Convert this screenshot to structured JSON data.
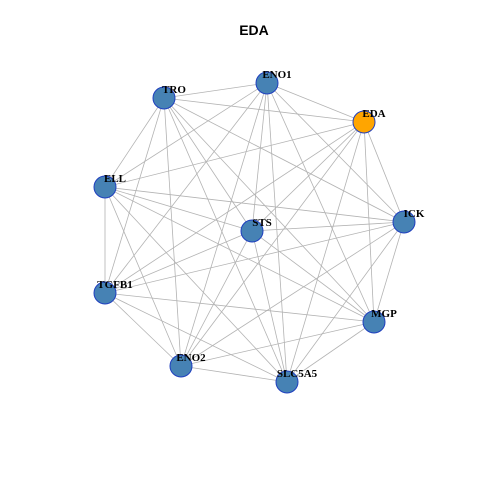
{
  "title": "EDA",
  "colors": {
    "node_default": "#4682b4",
    "node_highlight": "#ffa500",
    "node_border": "#1f3fbf",
    "edge": "#b3b3b3"
  },
  "nodes": [
    {
      "id": "ENO1",
      "label": "ENO1",
      "highlight": false
    },
    {
      "id": "EDA",
      "label": "EDA",
      "highlight": true
    },
    {
      "id": "ICK",
      "label": "ICK",
      "highlight": false
    },
    {
      "id": "MGP",
      "label": "MGP",
      "highlight": false
    },
    {
      "id": "SLC5A5",
      "label": "SLC5A5",
      "highlight": false
    },
    {
      "id": "ENO2",
      "label": "ENO2",
      "highlight": false
    },
    {
      "id": "TGFB1",
      "label": "TGFB1",
      "highlight": false
    },
    {
      "id": "ELL",
      "label": "ELL",
      "highlight": false
    },
    {
      "id": "TRO",
      "label": "TRO",
      "highlight": false
    },
    {
      "id": "STS",
      "label": "STS",
      "highlight": false
    }
  ],
  "edges": [
    [
      "TRO",
      "ENO1"
    ],
    [
      "TRO",
      "EDA"
    ],
    [
      "TRO",
      "ELL"
    ],
    [
      "TRO",
      "ICK"
    ],
    [
      "TRO",
      "TGFB1"
    ],
    [
      "TRO",
      "ENO2"
    ],
    [
      "TRO",
      "MGP"
    ],
    [
      "TRO",
      "SLC5A5"
    ],
    [
      "TRO",
      "STS"
    ],
    [
      "ENO1",
      "EDA"
    ],
    [
      "ENO1",
      "ELL"
    ],
    [
      "ENO1",
      "ICK"
    ],
    [
      "ENO1",
      "TGFB1"
    ],
    [
      "ENO1",
      "ENO2"
    ],
    [
      "ENO1",
      "MGP"
    ],
    [
      "ENO1",
      "SLC5A5"
    ],
    [
      "ENO1",
      "STS"
    ],
    [
      "EDA",
      "ELL"
    ],
    [
      "EDA",
      "ICK"
    ],
    [
      "EDA",
      "TGFB1"
    ],
    [
      "EDA",
      "ENO2"
    ],
    [
      "EDA",
      "MGP"
    ],
    [
      "EDA",
      "SLC5A5"
    ],
    [
      "EDA",
      "STS"
    ],
    [
      "ELL",
      "ICK"
    ],
    [
      "ELL",
      "TGFB1"
    ],
    [
      "ELL",
      "ENO2"
    ],
    [
      "ELL",
      "MGP"
    ],
    [
      "ELL",
      "SLC5A5"
    ],
    [
      "ELL",
      "STS"
    ],
    [
      "ICK",
      "TGFB1"
    ],
    [
      "ICK",
      "ENO2"
    ],
    [
      "ICK",
      "MGP"
    ],
    [
      "ICK",
      "SLC5A5"
    ],
    [
      "ICK",
      "STS"
    ],
    [
      "STS",
      "TGFB1"
    ],
    [
      "STS",
      "ENO2"
    ],
    [
      "STS",
      "MGP"
    ],
    [
      "STS",
      "SLC5A5"
    ],
    [
      "TGFB1",
      "ENO2"
    ],
    [
      "TGFB1",
      "MGP"
    ],
    [
      "TGFB1",
      "SLC5A5"
    ],
    [
      "ENO2",
      "MGP"
    ],
    [
      "ENO2",
      "SLC5A5"
    ],
    [
      "MGP",
      "SLC5A5"
    ]
  ]
}
